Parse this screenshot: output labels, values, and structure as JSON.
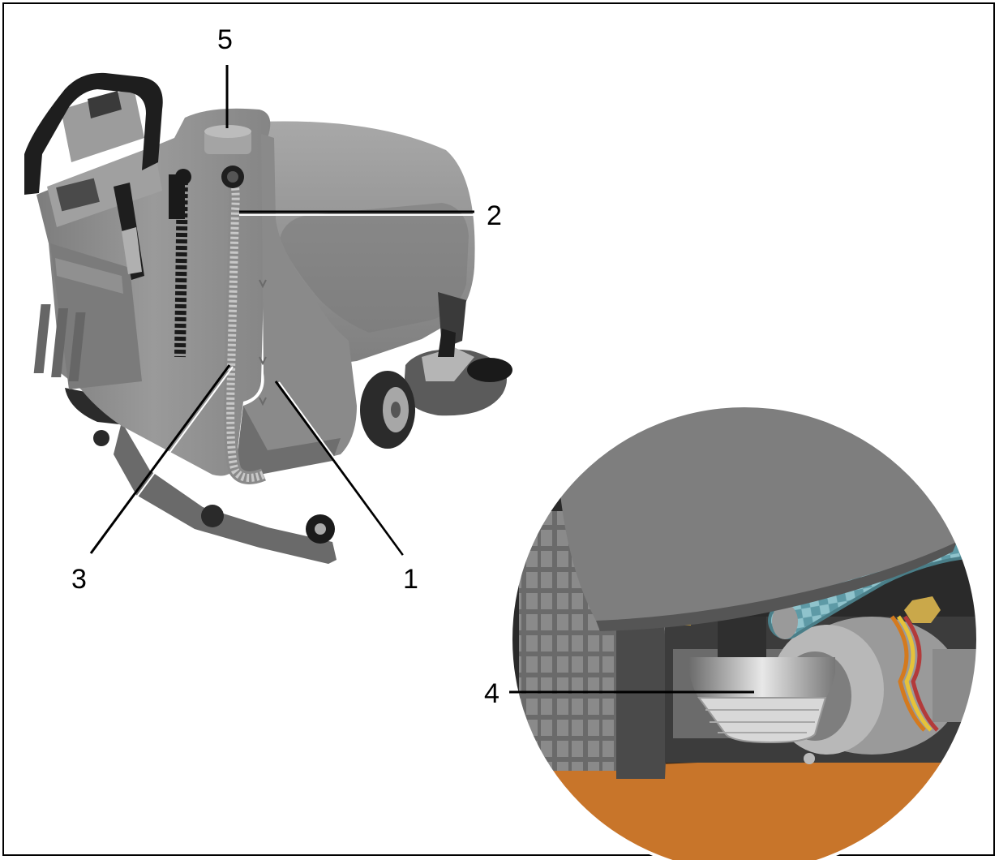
{
  "figure": {
    "callouts": [
      {
        "id": "1",
        "label": "1"
      },
      {
        "id": "2",
        "label": "2"
      },
      {
        "id": "3",
        "label": "3"
      },
      {
        "id": "4",
        "label": "4"
      },
      {
        "id": "5",
        "label": "5"
      }
    ],
    "colors": {
      "tank": "#8e8e8e",
      "tank_dark": "#6d6d6d",
      "handle": "#1e1e1e",
      "hose": "#b9b9b9",
      "lid_inset": "#7a7a7a",
      "floor_orange": "#c8752a",
      "blue_hose": "#7fb6c0"
    }
  }
}
